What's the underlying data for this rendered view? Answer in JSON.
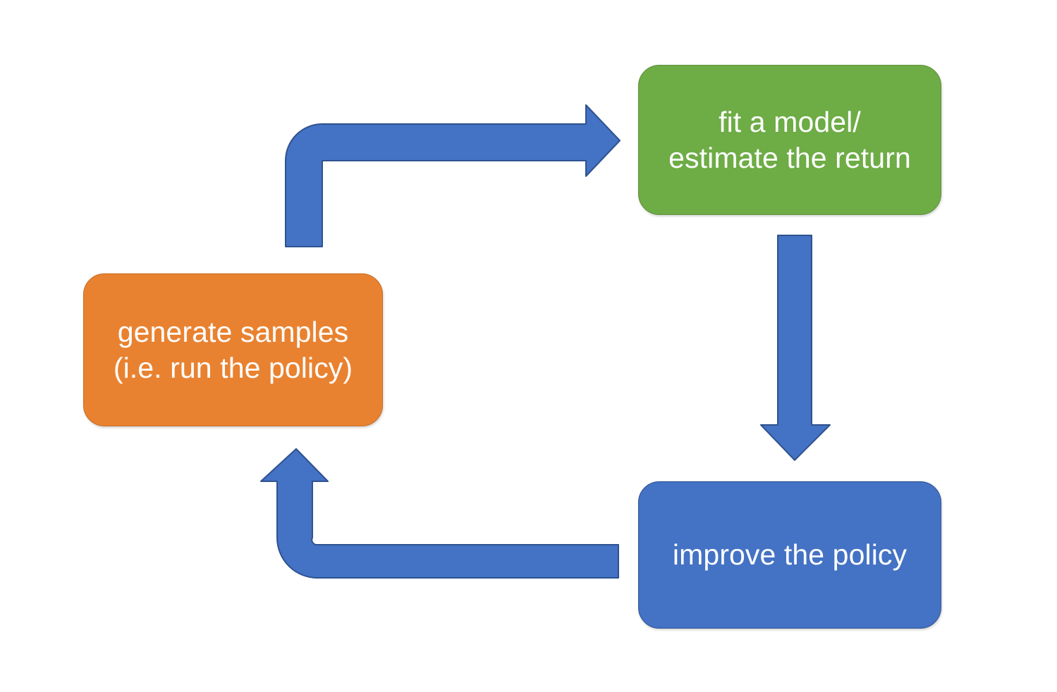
{
  "diagram": {
    "title": "reinforcement learning anatomy loop",
    "background_color": "#FFFFFF",
    "nodes": [
      {
        "id": "fit-model",
        "label": "fit a model/\nestimate the return",
        "color": "#6EAC46",
        "text_color": "#FFFFFF",
        "shape": "rounded-rectangle"
      },
      {
        "id": "generate-samples",
        "label": "generate samples\n(i.e. run the policy)",
        "color": "#E98230",
        "text_color": "#FFFFFF",
        "shape": "rounded-rectangle"
      },
      {
        "id": "improve-policy",
        "label": "improve the policy",
        "color": "#4472C4",
        "text_color": "#FFFFFF",
        "shape": "rounded-rectangle"
      }
    ],
    "connectors": [
      {
        "id": "samples-to-fit",
        "from": "generate-samples",
        "to": "fit-model",
        "kind": "elbow-arrow-up-right",
        "color": "#4472C4"
      },
      {
        "id": "fit-to-improve",
        "from": "fit-model",
        "to": "improve-policy",
        "kind": "straight-arrow-down",
        "color": "#4472C4"
      },
      {
        "id": "improve-to-samples",
        "from": "improve-policy",
        "to": "generate-samples",
        "kind": "elbow-arrow-left-up",
        "color": "#4472C4"
      }
    ]
  }
}
